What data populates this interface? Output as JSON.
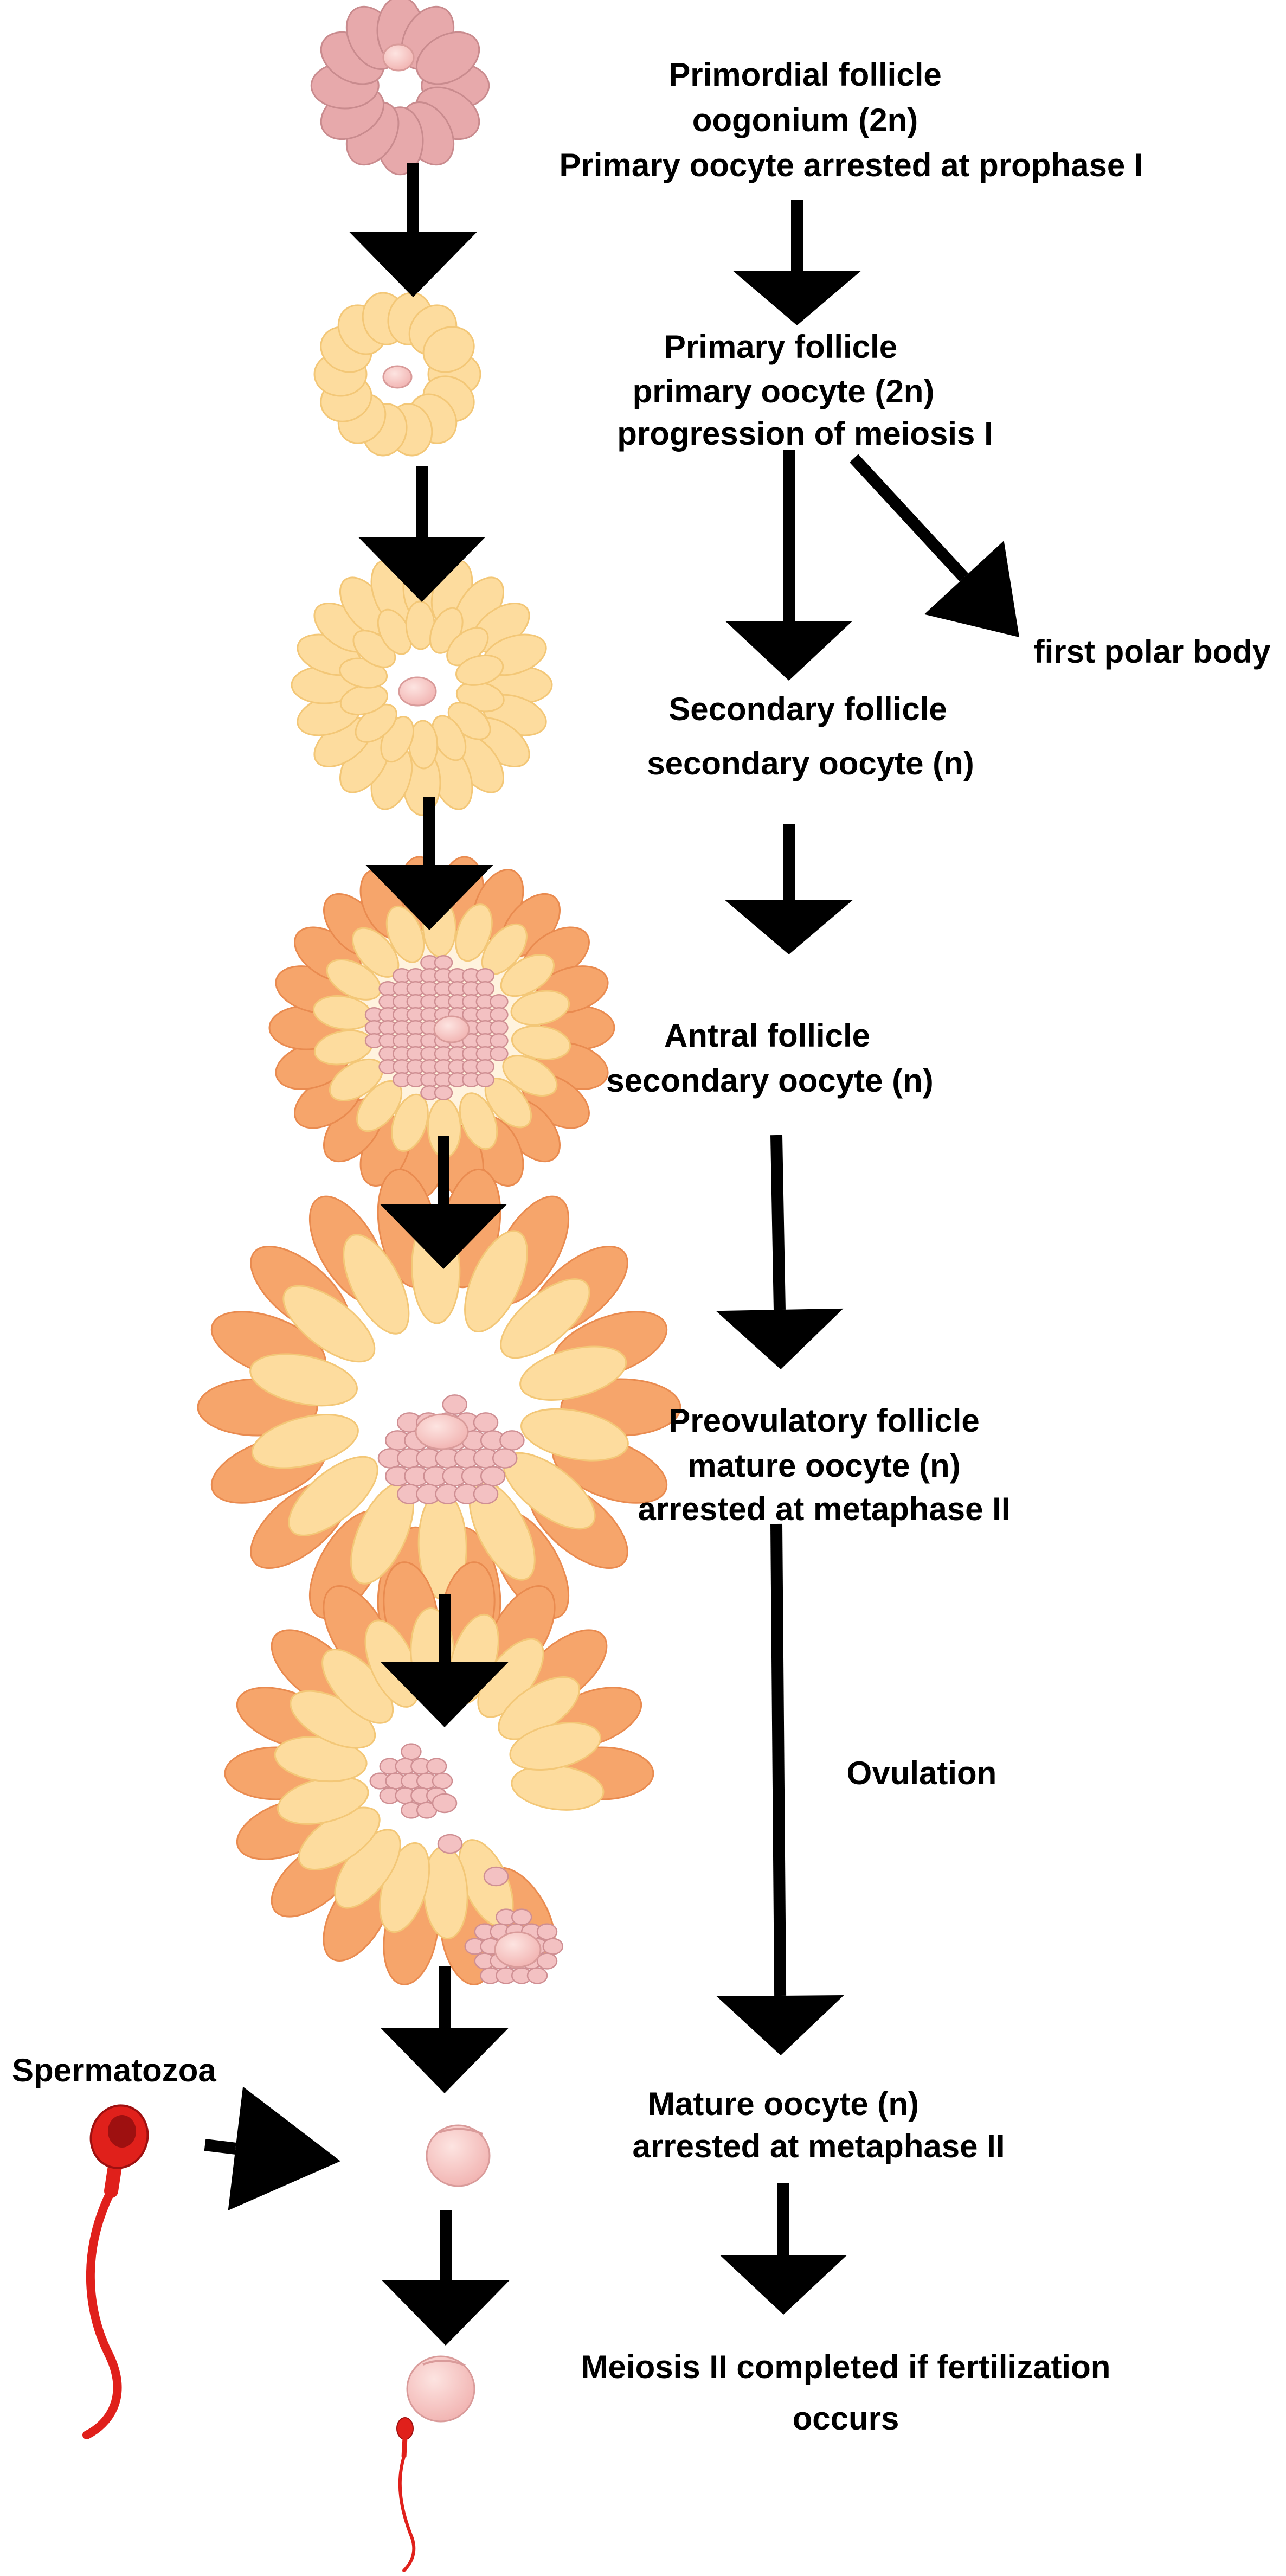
{
  "stages": [
    {
      "id": "primordial",
      "lines": [
        "Primordial follicle",
        "oogonium (2n)",
        "Primary oocyte arrested at prophase I"
      ]
    },
    {
      "id": "primary",
      "lines": [
        "Primary follicle",
        "primary oocyte (2n)",
        "progression of meiosis I"
      ]
    },
    {
      "id": "secondary",
      "lines": [
        "Secondary follicle",
        "secondary oocyte (n)"
      ]
    },
    {
      "id": "antral",
      "lines": [
        "Antral follicle",
        "secondary oocyte (n)"
      ]
    },
    {
      "id": "preovulatory",
      "lines": [
        "Preovulatory follicle",
        "mature oocyte (n)",
        "arrested at metaphase II"
      ]
    },
    {
      "id": "mature",
      "lines": [
        "Mature oocyte (n)",
        "arrested at metaphase II"
      ]
    },
    {
      "id": "meiosis",
      "lines": [
        "Meiosis II completed if fertilization",
        "occurs"
      ]
    }
  ],
  "labels": {
    "first_polar_body": "first polar body",
    "ovulation": "Ovulation",
    "spermatozoa": "Spermatozoa"
  },
  "colors": {
    "primordial_cell": "#e7a9ab",
    "primordial_stroke": "#c98b8e",
    "granulosa_light": "#fddc9e",
    "granulosa_stroke": "#f3c777",
    "theca_orange": "#f6a56b",
    "theca_stroke": "#e98b50",
    "oocyte_pink": "#f6c3c1",
    "oocyte_stroke": "#d99b9a",
    "sperm_red": "#e0201b",
    "sperm_dark": "#9e1010",
    "arrow": "#000000",
    "text": "#000000"
  }
}
